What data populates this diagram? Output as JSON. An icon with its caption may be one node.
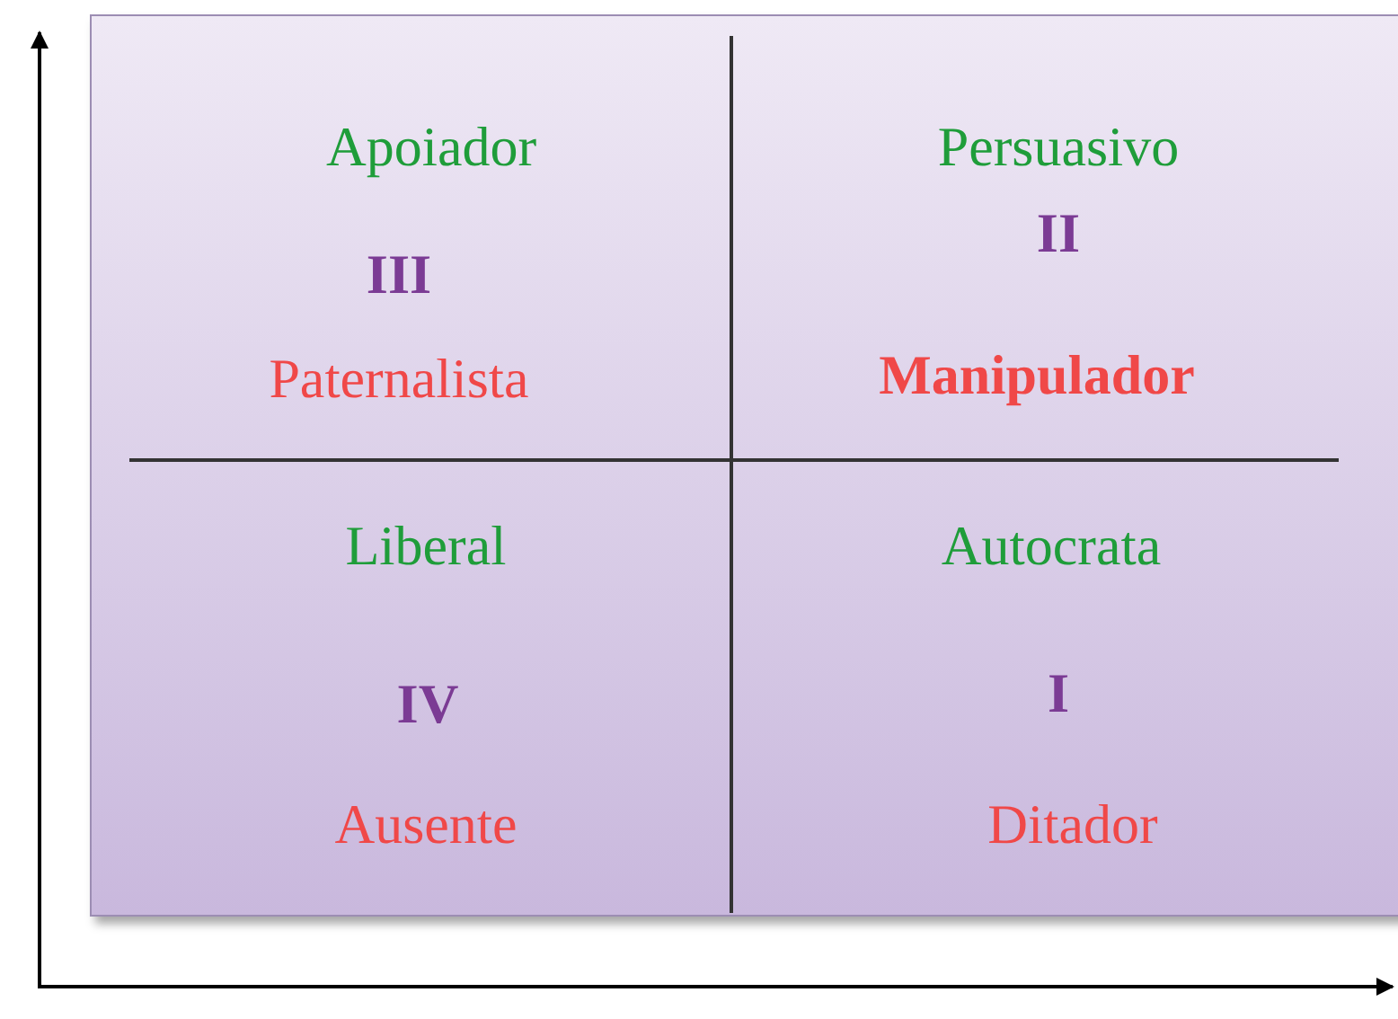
{
  "diagram": {
    "labels": [
      "Apoiador",
      "III",
      "Paternalista",
      "Persuasivo",
      "II",
      "Manipulador",
      "Liberal",
      "IV",
      "Ausente",
      "Autocrata",
      "I",
      "Ditador"
    ]
  }
}
